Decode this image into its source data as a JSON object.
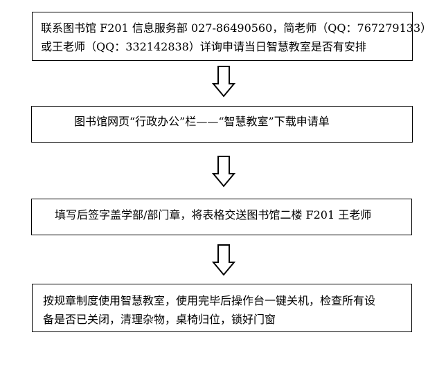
{
  "steps": [
    {
      "lines": [
        "联系图书馆 F201 信息服务部 027-86490560，简老师（QQ：767279133）",
        "或王老师（QQ：332142838）详询申请当日智慧教室是否有安排"
      ]
    },
    {
      "lines": [
        "图书馆网页“行政办公”栏——“智慧教室”下载申请单"
      ]
    },
    {
      "lines": [
        "填写后签字盖学部/部门章，将表格交送图书馆二楼 F201 王老师"
      ]
    },
    {
      "lines": [
        "按规章制度使用智慧教室，使用完毕后操作台一键关机，检查所有设",
        "备是否已关闭，清理杂物，桌椅归位，锁好门窗"
      ]
    }
  ],
  "arrows": [
    {
      "icon": "down-arrow-icon",
      "style": "outline"
    },
    {
      "icon": "down-arrow-icon",
      "style": "outline"
    },
    {
      "icon": "down-arrow-icon",
      "style": "outline"
    }
  ],
  "colors": {
    "stroke": "#000000",
    "background": "#ffffff"
  }
}
